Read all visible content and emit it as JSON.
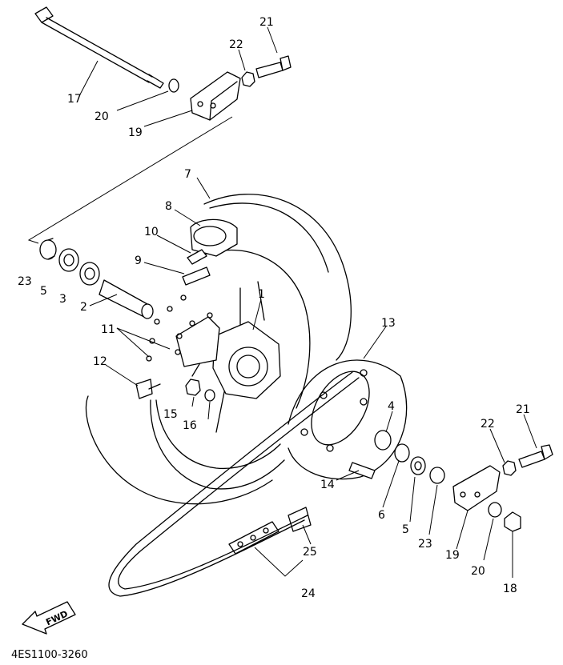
{
  "diagram": {
    "doc_code": "4ES1100-3260",
    "fwd_label": "FWD",
    "callouts": [
      {
        "id": "c1",
        "text": "1"
      },
      {
        "id": "c2",
        "text": "2"
      },
      {
        "id": "c3",
        "text": "3"
      },
      {
        "id": "c4",
        "text": "4"
      },
      {
        "id": "c5a",
        "text": "5"
      },
      {
        "id": "c5b",
        "text": "5"
      },
      {
        "id": "c6",
        "text": "6"
      },
      {
        "id": "c7",
        "text": "7"
      },
      {
        "id": "c8",
        "text": "8"
      },
      {
        "id": "c9",
        "text": "9"
      },
      {
        "id": "c10",
        "text": "10"
      },
      {
        "id": "c11",
        "text": "11"
      },
      {
        "id": "c12",
        "text": "12"
      },
      {
        "id": "c13",
        "text": "13"
      },
      {
        "id": "c14",
        "text": "14"
      },
      {
        "id": "c15",
        "text": "15"
      },
      {
        "id": "c16",
        "text": "16"
      },
      {
        "id": "c17",
        "text": "17"
      },
      {
        "id": "c18",
        "text": "18"
      },
      {
        "id": "c19a",
        "text": "19"
      },
      {
        "id": "c19b",
        "text": "19"
      },
      {
        "id": "c20a",
        "text": "20"
      },
      {
        "id": "c20b",
        "text": "20"
      },
      {
        "id": "c21a",
        "text": "21"
      },
      {
        "id": "c21b",
        "text": "21"
      },
      {
        "id": "c22a",
        "text": "22"
      },
      {
        "id": "c22b",
        "text": "22"
      },
      {
        "id": "c23a",
        "text": "23"
      },
      {
        "id": "c23b",
        "text": "23"
      },
      {
        "id": "c24",
        "text": "24"
      },
      {
        "id": "c25",
        "text": "25"
      }
    ]
  }
}
